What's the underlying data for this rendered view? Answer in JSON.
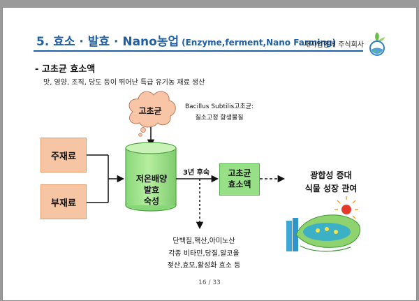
{
  "header": {
    "title": "5. 효소 · 발효 · Nano농업",
    "subtitle": "(Enzyme,ferment,Nano Farming)",
    "company": "새사업함께 주식회사",
    "logo_icon": "leaf-flask-icon"
  },
  "section_title": "- 고초균 효소액",
  "description": "맛, 영양, 조직, 당도 등이 뛰어난 특급 유기농 재료 생산",
  "diagram": {
    "main_ingredient": "주재료",
    "sub_ingredient": "부재료",
    "bacteria_cloud": "고초균",
    "bacillus_line1": "Bacillus Subtilis고초균:",
    "bacillus_line2": "질소고정 항생물질",
    "process": [
      "저온배양",
      "발효",
      "숙성"
    ],
    "duration": "3년 후숙",
    "product": [
      "고초균",
      "효소액"
    ],
    "effects": [
      "광합성 증대",
      "식물 성장 관여"
    ],
    "byproducts": [
      "단백질,핵산,아미노산",
      "각종 비타민,당질,알코올",
      "젖산,효모,활성화 효소 등"
    ]
  },
  "page_number": "16 / 33",
  "colors": {
    "title_blue": "#1f5fa6",
    "orange_fill": "#f6c6a4",
    "green_fill": "#98e088",
    "cloud_fill": "#f8c5a6"
  }
}
